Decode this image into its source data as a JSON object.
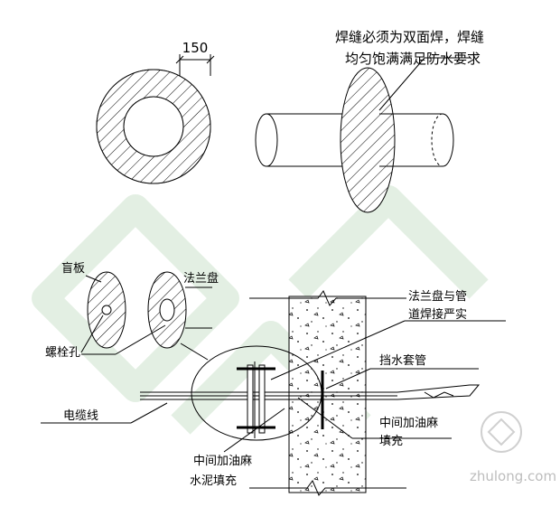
{
  "top": {
    "dimension_label": "150",
    "weld_note_line1": "焊缝必须为双面焊，焊缝",
    "weld_note_line2": "均匀饱满满足防水要求"
  },
  "bottom": {
    "blind_plate_label": "盲板",
    "flange_label": "法兰盘",
    "bolt_hole_label": "螺栓孔",
    "cable_label": "电缆线",
    "flange_pipe_weld_line1": "法兰盘与管",
    "flange_pipe_weld_line2": "道焊接严实",
    "water_sleeve_label": "挡水套管",
    "oil_hemp_line1": "中间加油麻",
    "oil_hemp_line2": "填充",
    "oil_hemp_cement_line1": "中间加油麻",
    "oil_hemp_cement_line2": "水泥填充"
  },
  "watermark": {
    "site": "zhulong.com"
  },
  "colors": {
    "line": "#000000",
    "watermark": "#e3efe3"
  }
}
